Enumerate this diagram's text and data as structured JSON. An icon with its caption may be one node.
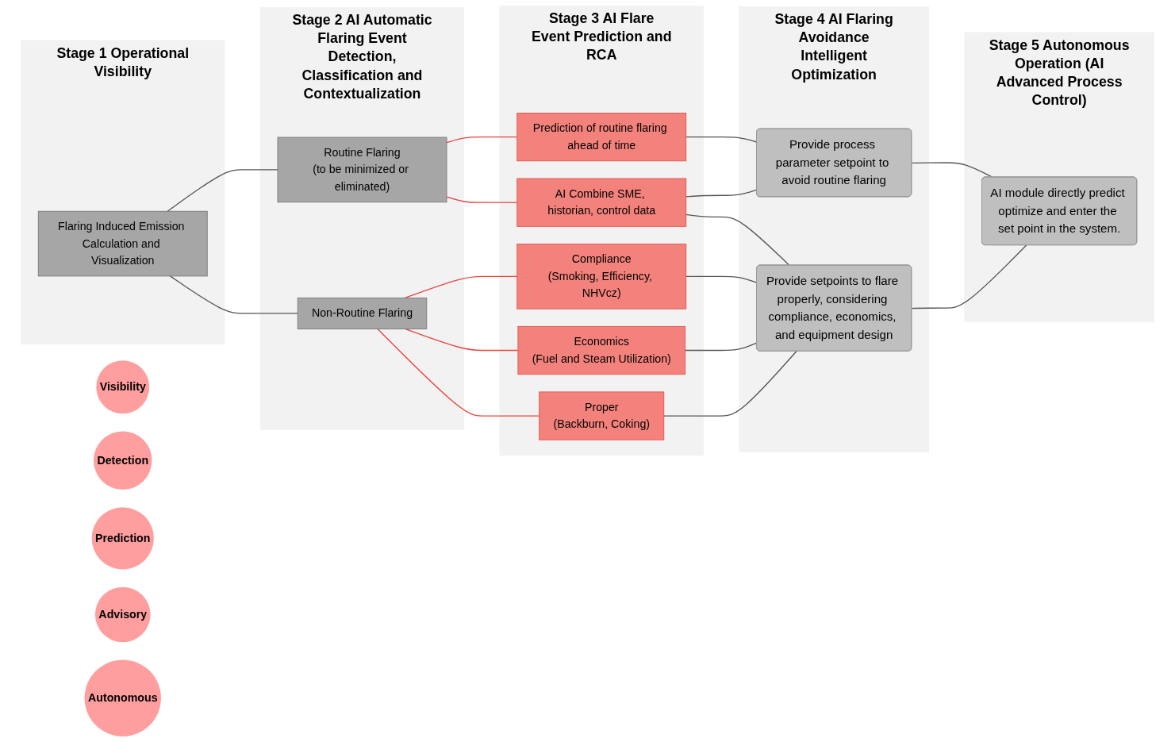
{
  "diagram": {
    "nodes": [
      {
        "text": [
          "Visibility"
        ]
      },
      {
        "text": [
          "Stage 1 Operational Visibility"
        ]
      },
      {
        "text": [
          "Flaring Induced Emission Calculation and Visualization"
        ],
        "in": 1
      },
      {
        "text": [
          "Detection"
        ]
      },
      {
        "text": [
          "Stage 2 AI Automatic Flaring Event Detection, Classification and Contextualization"
        ]
      },
      {
        "text": [
          "Routine Flaring",
          "(to be minimized or eliminated)"
        ],
        "in": 4
      },
      {
        "text": [
          "Non-Routine Flaring"
        ],
        "in": 4
      },
      {
        "text": [
          "Prediction"
        ]
      },
      {
        "text": [
          "Stage 3 AI Flare Event Prediction and RCA"
        ]
      },
      {
        "text": [
          "Prediction of routine flaring ahead of time"
        ],
        "in": 8
      },
      {
        "text": [
          "AI Combine SME, historian, control data"
        ],
        "in": 8
      },
      {
        "text": [
          "Compliance",
          "(Smoking, Efficiency, NHVcz)"
        ],
        "in": 8
      },
      {
        "text": [
          "Economics",
          "(Fuel and Steam Utilization)"
        ],
        "in": 8
      },
      {
        "text": [
          "Proper",
          "(Backburn, Coking)"
        ],
        "in": 8
      },
      {
        "text": [
          "Advisory"
        ]
      },
      {
        "text": [
          "Stage 4 AI Flaring Avoidance Intelligent Optimization"
        ]
      },
      {
        "text": [
          "Provide process parameter setpoint to avoid routine flaring"
        ],
        "in": 15
      },
      {
        "text": [
          "Provide setpoints to flare properly, considering compliance, economics, and equipment design"
        ],
        "in": 15
      },
      {
        "text": [
          "Autonomous"
        ]
      },
      {
        "text": [
          "Stage 5 Autonomous Operation (AI Advanced Process Control)"
        ]
      },
      {
        "text": [
          "AI module directly predict optimize and enter the set point in the system."
        ],
        "in": 19
      }
    ],
    "edges": [
      {
        "from": 2,
        "to": 5,
        "arrow": "none"
      },
      {
        "from": 2,
        "to": 6,
        "arrow": "none"
      },
      {
        "from": 5,
        "to": 9,
        "arrow": "none",
        "color": "#e8453c"
      },
      {
        "from": 5,
        "to": 10,
        "arrow": "none",
        "color": "#e8453c"
      },
      {
        "from": 6,
        "to": 11,
        "arrow": "none",
        "color": "#e8453c"
      },
      {
        "from": 6,
        "to": 12,
        "arrow": "none",
        "color": "#e8453c"
      },
      {
        "from": 6,
        "to": 13,
        "arrow": "none",
        "color": "#e8453c"
      },
      {
        "from": 9,
        "to": 16,
        "arrow": "none"
      },
      {
        "from": 10,
        "to": 16,
        "arrow": "none"
      },
      {
        "from": 10,
        "to": 17,
        "arrow": "none"
      },
      {
        "from": 11,
        "to": 17,
        "arrow": "none"
      },
      {
        "from": 12,
        "to": 17,
        "arrow": "none"
      },
      {
        "from": 13,
        "to": 17,
        "arrow": "none"
      },
      {
        "from": 16,
        "to": 20,
        "arrow": "none"
      },
      {
        "from": 17,
        "to": 20,
        "arrow": "none"
      }
    ]
  }
}
